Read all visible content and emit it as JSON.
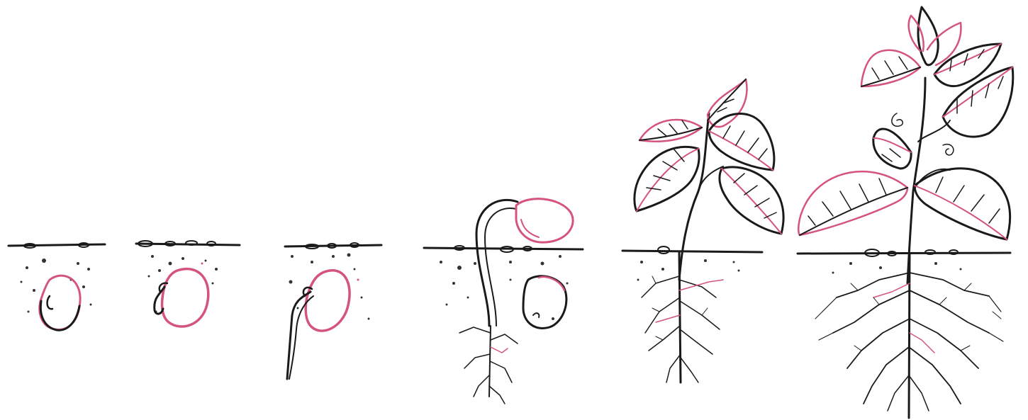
{
  "colors": {
    "ink": "#1a1a1a",
    "accent": "#d4547e",
    "background": "#ffffff"
  },
  "stages": [
    {
      "id": "stage-1",
      "depicts": "seed-in-soil"
    },
    {
      "id": "stage-2",
      "depicts": "seed-with-emerging-radicle"
    },
    {
      "id": "stage-3",
      "depicts": "seed-with-root"
    },
    {
      "id": "stage-4",
      "depicts": "seedling-emerging-with-cotyledons"
    },
    {
      "id": "stage-5",
      "depicts": "young-plant-with-leaves"
    },
    {
      "id": "stage-6",
      "depicts": "mature-bean-plant"
    }
  ]
}
